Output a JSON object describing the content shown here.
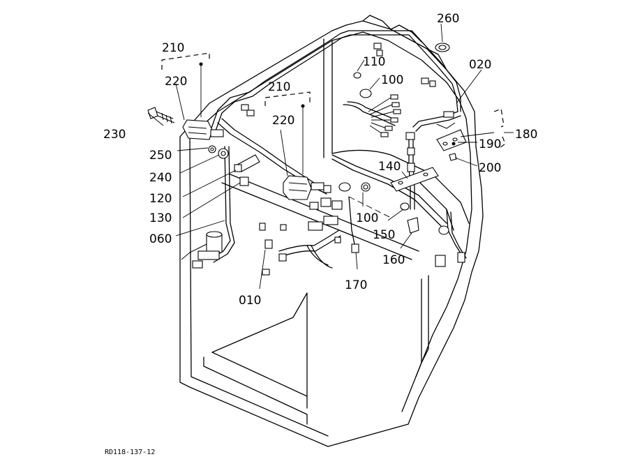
{
  "drawing_code": "RD118-137-12",
  "callouts": [
    {
      "id": "l260",
      "text": "260"
    },
    {
      "id": "l210a",
      "text": "210"
    },
    {
      "id": "l220a",
      "text": "220"
    },
    {
      "id": "l110",
      "text": "110"
    },
    {
      "id": "l100a",
      "text": "100"
    },
    {
      "id": "l020",
      "text": "020"
    },
    {
      "id": "l210b",
      "text": "210"
    },
    {
      "id": "l220b",
      "text": "220"
    },
    {
      "id": "l230",
      "text": "230"
    },
    {
      "id": "l250",
      "text": "250"
    },
    {
      "id": "l240",
      "text": "240"
    },
    {
      "id": "l120",
      "text": "120"
    },
    {
      "id": "l130",
      "text": "130"
    },
    {
      "id": "l060",
      "text": "060"
    },
    {
      "id": "l180",
      "text": "180"
    },
    {
      "id": "l190",
      "text": "190"
    },
    {
      "id": "l200",
      "text": "200"
    },
    {
      "id": "l140",
      "text": "140"
    },
    {
      "id": "l100b",
      "text": "100"
    },
    {
      "id": "l150",
      "text": "150"
    },
    {
      "id": "l160",
      "text": "160"
    },
    {
      "id": "l170",
      "text": "170"
    },
    {
      "id": "l010",
      "text": "010"
    }
  ]
}
